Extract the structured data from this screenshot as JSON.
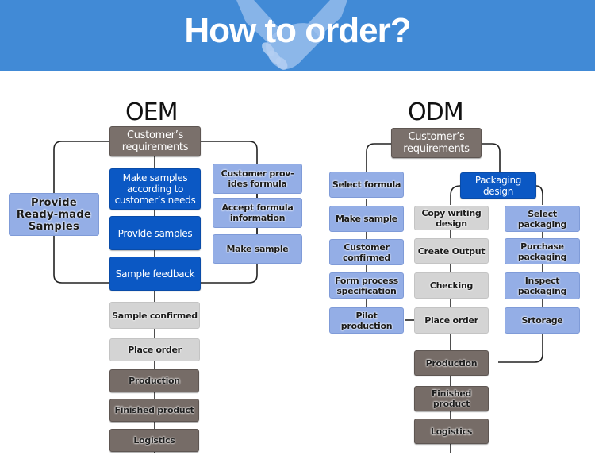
{
  "header": {
    "title": "How to order?",
    "background_color": "#418ad6",
    "icon": "handshake-icon"
  },
  "colors": {
    "brown": "#7a706b",
    "navy": "#0b58c4",
    "light_blue": "#94aee6",
    "gray": "#d4d4d4",
    "connector": "#222222"
  },
  "oem": {
    "title": "OEM",
    "start": "Customer’s requirements",
    "left_branch": "Provide Ready-made Samples",
    "center_branch": [
      "Make samples according to customer’s needs",
      "Provlde samples",
      "Sample feedback"
    ],
    "right_branch": [
      "Customer prov-ides formula",
      "Accept formula information",
      "Make sample"
    ],
    "main_flow": [
      "Sample confirmed",
      "Place order",
      "Production",
      "Finished product",
      "Logistics"
    ]
  },
  "odm": {
    "title": "ODM",
    "start": "Customer’s requirements",
    "formula_branch": [
      "Select formula",
      "Make sample",
      "Customer confirmed",
      "Form process specification",
      "Pilot production"
    ],
    "packaging_design": "Packaging design",
    "copy_branch": [
      "Copy writing design",
      "Create Output",
      "Checking",
      "Place order"
    ],
    "packaging_branch": [
      "Select packaging",
      "Purchase packaging",
      "Inspect packaging",
      "Srtorage"
    ],
    "main_flow": [
      "Production",
      "Finished product",
      "Logistics"
    ]
  }
}
